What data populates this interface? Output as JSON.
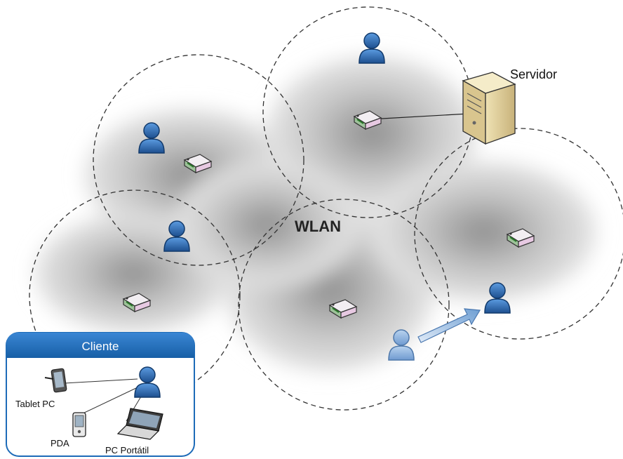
{
  "network": {
    "label": "WLAN"
  },
  "server": {
    "label": "Servidor"
  },
  "client_panel": {
    "title": "Cliente",
    "devices": {
      "tablet": "Tablet PC",
      "pda": "PDA",
      "laptop": "PC Portátil"
    }
  },
  "colors": {
    "user_blue": "#2f6fb5",
    "user_light": "#8fb6df",
    "panel_header": "#1d6bb8",
    "circle_stroke": "#333333",
    "arrow": "#6f9fd3"
  },
  "icons": {
    "user": "user-icon",
    "access_point": "access-point-icon",
    "server": "server-tower-icon",
    "tablet": "tablet-icon",
    "pda": "pda-icon",
    "laptop": "laptop-icon"
  }
}
